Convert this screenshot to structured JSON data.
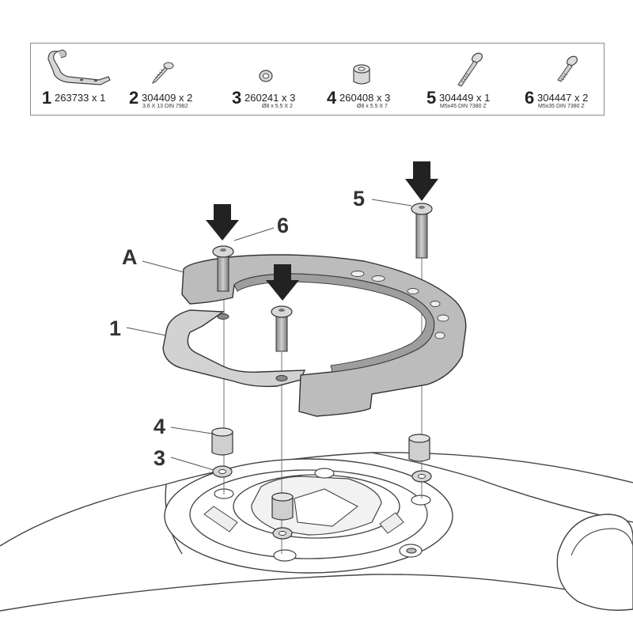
{
  "parts": [
    {
      "num": "1",
      "code": "263733 x 1",
      "spec": "",
      "icon": "bracket-plate-icon"
    },
    {
      "num": "2",
      "code": "304409 x 2",
      "spec": "3.6 X 13 DIN 7982",
      "icon": "self-tapping-screw-icon"
    },
    {
      "num": "3",
      "code": "260241 x 3",
      "spec": "Ø8 x 5.5 X 2",
      "icon": "washer-icon"
    },
    {
      "num": "4",
      "code": "260408 x 3",
      "spec": "Ø8 x 5.5 X 7",
      "icon": "spacer-icon"
    },
    {
      "num": "5",
      "code": "304449 x 1",
      "spec": "M5x45 DIN 7380 Z",
      "icon": "long-bolt-icon"
    },
    {
      "num": "6",
      "code": "304447 x 2",
      "spec": "M5x35 DIN 7380 Z",
      "icon": "short-bolt-icon"
    }
  ],
  "callouts": {
    "a": "A",
    "one": "1",
    "three": "3",
    "four": "4",
    "five": "5",
    "six": "6"
  },
  "colors": {
    "ring_fill": "#b8b8b8",
    "plate_fill": "#cfcfcf",
    "arrow": "#222222",
    "outline": "#333333"
  }
}
